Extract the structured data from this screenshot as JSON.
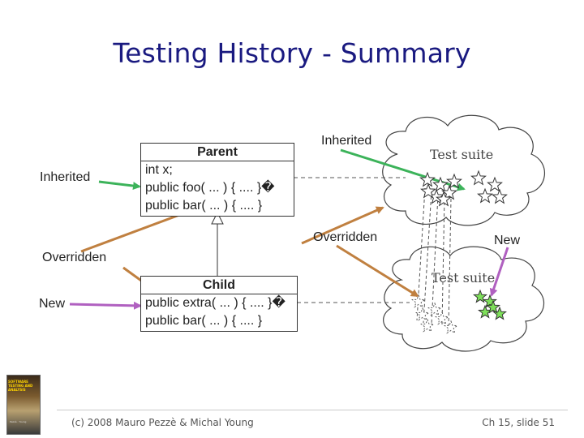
{
  "slide": {
    "title": "Testing History - Summary",
    "footer_left": "(c) 2008 Mauro Pezzè & Michal Young",
    "footer_right": "Ch 15, slide 51"
  },
  "labels": {
    "left_inherited": "Inherited",
    "left_overridden": "Overridden",
    "left_new": "New",
    "right_inherited": "Inherited",
    "right_overridden": "Overridden",
    "right_new": "New"
  },
  "parent_class": {
    "name": "Parent",
    "members": [
      "int x;",
      "public foo( ... ) { .... }�",
      "public bar( ... ) { .... }"
    ]
  },
  "child_class": {
    "name": "Child",
    "members": [
      "public extra( ... ) { .... }�",
      "public bar( ... ) { .... }"
    ]
  },
  "clouds": {
    "top_label": "Test suite",
    "bottom_label": "Test suite"
  },
  "book": {
    "title": "SOFTWARE TESTING AND ANALYSIS",
    "authors": "Pezzè · Young"
  },
  "colors": {
    "title": "#1a1a80",
    "inherited_arrow": "#3cb35a",
    "overridden_arrow": "#c08040",
    "new_arrow": "#b060c0",
    "new_star_fill": "#7ee05a"
  }
}
